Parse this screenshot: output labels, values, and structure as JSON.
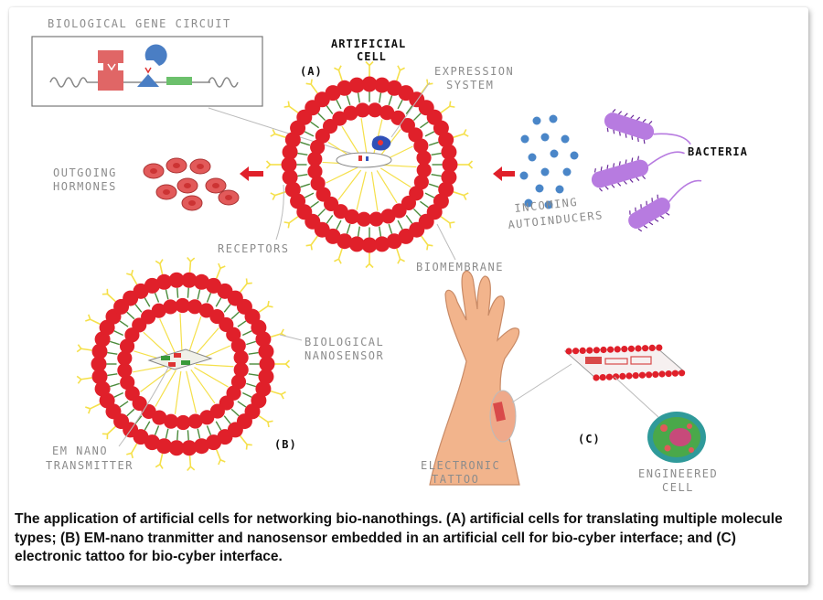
{
  "labels": {
    "gene_circuit": "BIOLOGICAL GENE CIRCUIT",
    "artificial_cell_line1": "ARTIFICIAL",
    "artificial_cell_line2": "CELL",
    "panel_a": "(A)",
    "expression_line1": "EXPRESSION",
    "expression_line2": "SYSTEM",
    "bacteria": "BACTERIA",
    "outgoing_line1": "OUTGOING",
    "outgoing_line2": "HORMONES",
    "incoming_line1": "INCOMING",
    "incoming_line2": "AUTOINDUCERS",
    "receptors": "RECEPTORS",
    "biomembrane": "BIOMEMBRANE",
    "nanosensor_line1": "BIOLOGICAL",
    "nanosensor_line2": "NANOSENSOR",
    "panel_b": "(B)",
    "em_line1": "EM NANO",
    "em_line2": "TRANSMITTER",
    "tattoo_line1": "ELECTRONIC",
    "tattoo_line2": "TATTOO",
    "panel_c": "(C)",
    "engineered_line1": "ENGINEERED",
    "engineered_line2": "CELL"
  },
  "caption": "The application of artificial cells for networking bio-nanothings. (A) artificial cells for translating multiple molecule types; (B) EM-nano tranmitter and nanosensor embedded in an artificial cell for bio-cyber interface; and (C) electronic tattoo for bio-cyber interface.",
  "colors": {
    "membrane_red": "#e0202a",
    "lipid_green": "#4a8a3a",
    "receptor_yellow": "#f5e04a",
    "hormone_red": "#e25a5a",
    "autoinducer_blue": "#4a86c8",
    "bacteria_purple": "#b77be0",
    "skin": "#f2b48c",
    "label_gray": "#8c8c8c"
  }
}
